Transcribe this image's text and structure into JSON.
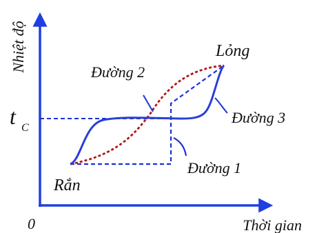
{
  "labels": {
    "y_axis": "Nhiệt độ",
    "x_axis": "Thời gian",
    "origin": "0",
    "t_main": "t",
    "t_sub": "C",
    "solid": "Rắn",
    "liquid": "Lỏng",
    "path1": "Đường 1",
    "path2": "Đường 2",
    "path3": "Đường 3"
  },
  "colors": {
    "axis": "#1f3fe0",
    "path1": "#1a2fd6",
    "path2": "#b01818",
    "path3": "#2a3fd8",
    "label": "#111111"
  }
}
